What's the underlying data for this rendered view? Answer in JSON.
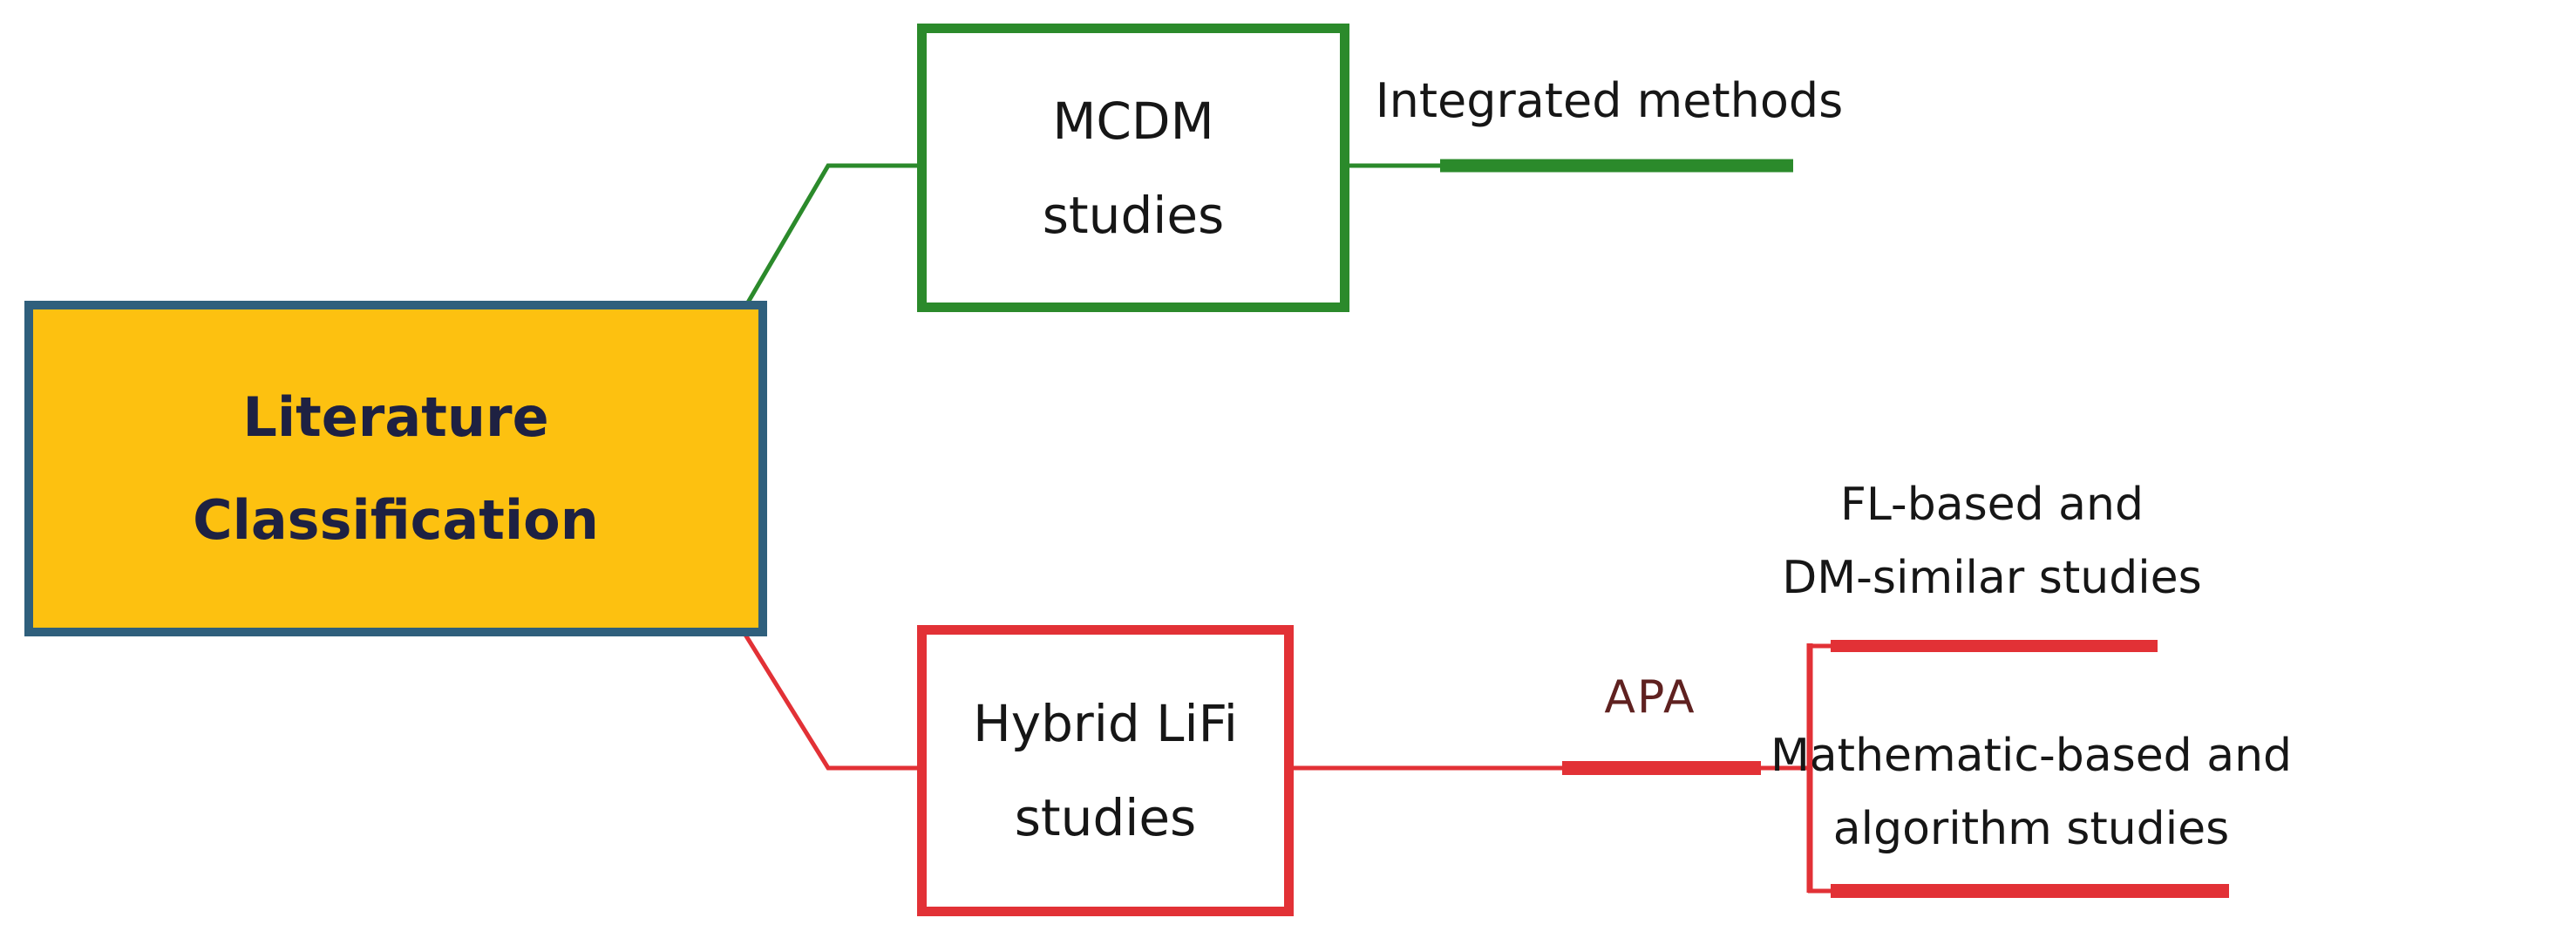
{
  "figure": {
    "root": {
      "lines": [
        "Literature",
        "Classification"
      ]
    },
    "branches": [
      {
        "id": "mcdm",
        "node": {
          "lines": [
            "MCDM",
            "studies"
          ]
        },
        "children": [
          {
            "lines": [
              "Integrated methods"
            ]
          }
        ]
      },
      {
        "id": "hybrid-lifi",
        "node": {
          "lines": [
            "Hybrid LiFi",
            "studies"
          ]
        },
        "edge_label": "APA",
        "children": [
          {
            "lines": [
              "FL-based and",
              "DM-similar studies"
            ]
          },
          {
            "lines": [
              "Mathematic-based and",
              "algorithm studies"
            ]
          }
        ]
      }
    ]
  },
  "colors": {
    "green": "#2b8a2b",
    "red": "#e23136",
    "node-yellow": "#fdc110",
    "node-blue-border": "#2f5f7c",
    "root-text": "#1e2142",
    "label-text": "#161616",
    "apa-maroon": "#5f2120",
    "background": "#ffffff"
  }
}
